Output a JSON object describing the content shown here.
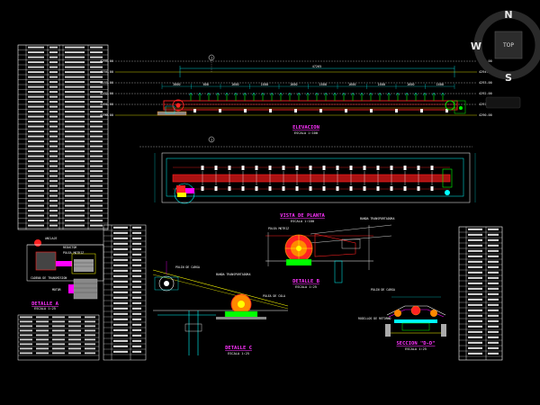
{
  "viewcube": {
    "face": "TOP",
    "north": "N",
    "south": "S",
    "west": "W"
  },
  "elevation": {
    "title": "ELEVACION",
    "scale": "ESCALA 1:100",
    "marker": "1",
    "levels_left": [
      "4295.00",
      "4294.00",
      "4293.00",
      "4292.00",
      "4291.00",
      "4290.00"
    ],
    "levels_right": [
      "4295.00",
      "4294.00",
      "4293.00",
      "4292.00",
      "4291.00",
      "4290.00"
    ],
    "overall_dim": "47265",
    "segment_dims": [
      "3000",
      "600",
      "1600",
      "1600",
      "1600",
      "1600",
      "1600",
      "1600",
      "1600",
      "1600"
    ]
  },
  "plan": {
    "marker": "1",
    "title": "VISTA DE PLANTA",
    "scale": "ESCALA 1:100"
  },
  "detail_a": {
    "title": "DETALLE A",
    "scale": "ESCALA 1:25"
  },
  "detail_b": {
    "title": "DETALLE B",
    "scale": "ESCALA 1:25"
  },
  "detail_c": {
    "title": "DETALLE C",
    "scale": "ESCALA 1:25"
  },
  "section_dd": {
    "title": "SECCION \"D-D\"",
    "scale": "ESCALA 1:25"
  },
  "labels": {
    "anclaje": "ANCLAJE",
    "reductor": "REDUCTOR",
    "polea_mot": "POLEA MOTRIZ",
    "motor": "MOTOR",
    "cadena": "CADENA DE TRANSMISION",
    "polea_cola": "POLEA DE COLA",
    "banda": "BANDA TRANSPORTADORA",
    "rodillos": "RODILLOS DE RETORNO",
    "polin": "POLIN DE CARGA"
  }
}
